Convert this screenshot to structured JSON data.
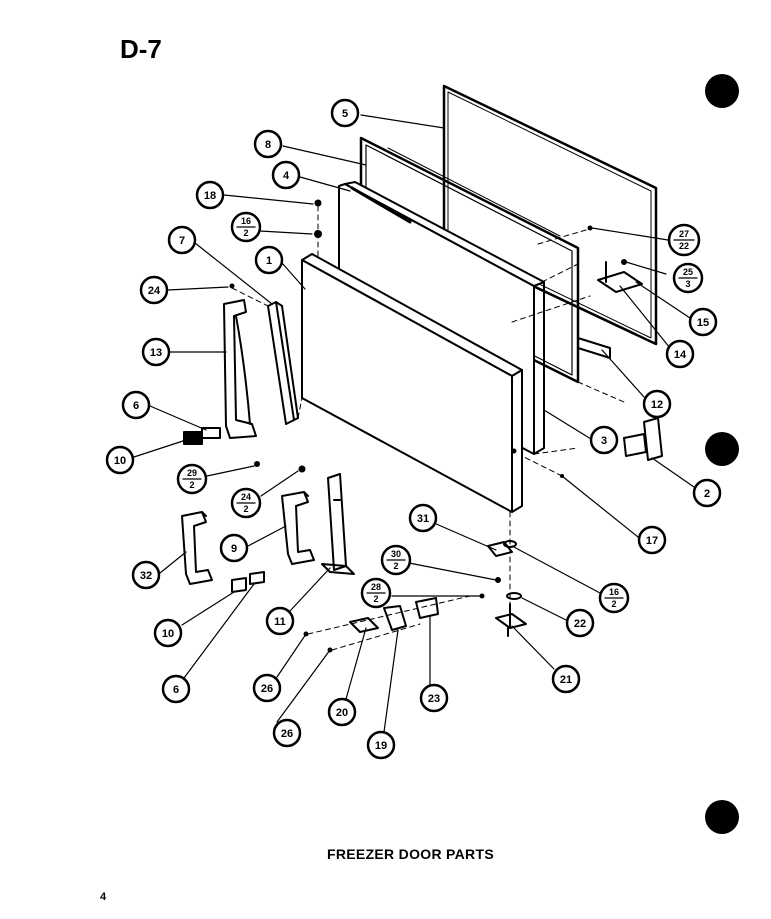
{
  "page_label": "D-7",
  "caption": "FREEZER DOOR PARTS",
  "page_number": "4",
  "callouts": [
    {
      "id": "c5",
      "text": "5"
    },
    {
      "id": "c8",
      "text": "8"
    },
    {
      "id": "c4",
      "text": "4"
    },
    {
      "id": "c18",
      "text": "18"
    },
    {
      "id": "c16_2a",
      "num": "16",
      "den": "2"
    },
    {
      "id": "c7",
      "text": "7"
    },
    {
      "id": "c1",
      "text": "1"
    },
    {
      "id": "c24",
      "text": "24"
    },
    {
      "id": "c13",
      "text": "13"
    },
    {
      "id": "c6a",
      "text": "6"
    },
    {
      "id": "c10a",
      "text": "10"
    },
    {
      "id": "c29_2",
      "num": "29",
      "den": "2"
    },
    {
      "id": "c24_2",
      "num": "24",
      "den": "2"
    },
    {
      "id": "c32",
      "text": "32"
    },
    {
      "id": "c9",
      "text": "9"
    },
    {
      "id": "c10b",
      "text": "10"
    },
    {
      "id": "c6b",
      "text": "6"
    },
    {
      "id": "c11",
      "text": "11"
    },
    {
      "id": "c26a",
      "text": "26"
    },
    {
      "id": "c26b",
      "text": "26"
    },
    {
      "id": "c20",
      "text": "20"
    },
    {
      "id": "c19",
      "text": "19"
    },
    {
      "id": "c23",
      "text": "23"
    },
    {
      "id": "c21",
      "text": "21"
    },
    {
      "id": "c22",
      "text": "22"
    },
    {
      "id": "c16_2b",
      "num": "16",
      "den": "2"
    },
    {
      "id": "c30_2",
      "num": "30",
      "den": "2"
    },
    {
      "id": "c28_2",
      "num": "28",
      "den": "2"
    },
    {
      "id": "c31",
      "text": "31"
    },
    {
      "id": "c17",
      "text": "17"
    },
    {
      "id": "c2",
      "text": "2"
    },
    {
      "id": "c3",
      "text": "3"
    },
    {
      "id": "c12",
      "text": "12"
    },
    {
      "id": "c14",
      "text": "14"
    },
    {
      "id": "c15",
      "text": "15"
    },
    {
      "id": "c25_3",
      "num": "25",
      "den": "3"
    },
    {
      "id": "c27_22",
      "num": "27",
      "den": "22"
    }
  ]
}
